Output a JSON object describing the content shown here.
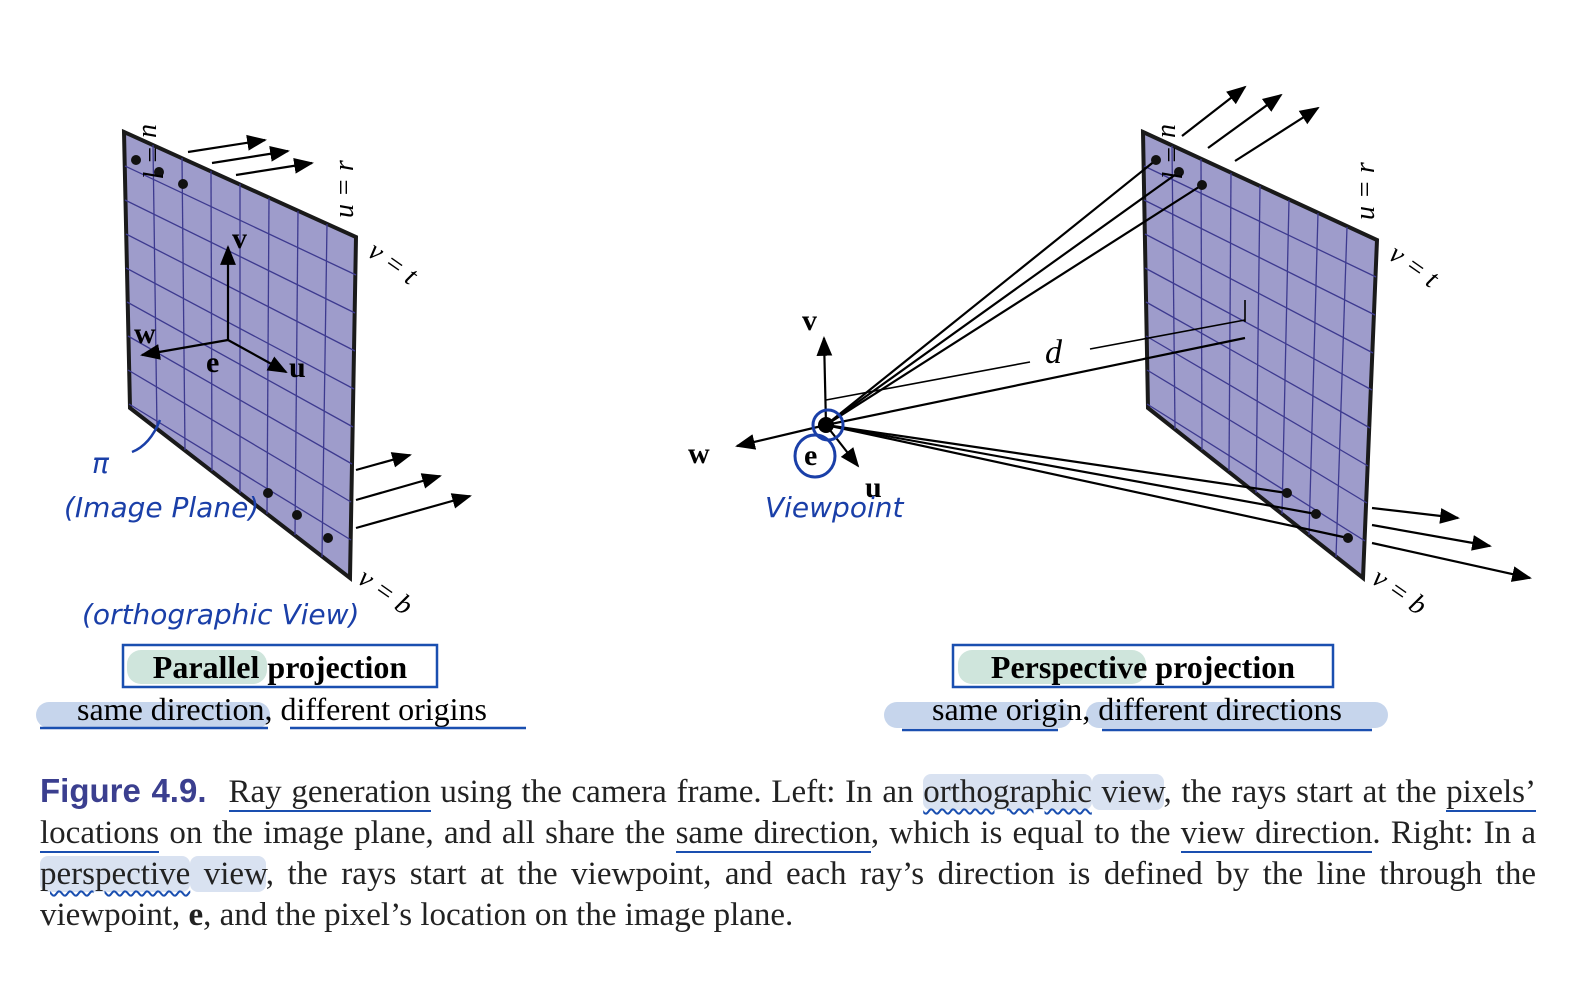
{
  "left": {
    "plane_labels": {
      "u_l": "u = l",
      "u_r": "u = r",
      "v_t": "v = t",
      "v_b": "v = b"
    },
    "axes": {
      "v": "v",
      "w": "w",
      "e": "e",
      "u": "u"
    },
    "annotations": {
      "pi": "π",
      "image_plane": "(Image Plane)",
      "ortho_view": "(orthographic View)"
    },
    "title_bold_highlight": "Parallel",
    "title_rest": " projection",
    "sub": {
      "part1": "same direction",
      "sep": ", ",
      "part2": "different origins"
    }
  },
  "right": {
    "plane_labels": {
      "u_l": "u = l",
      "u_r": "u = r",
      "v_t": "v = t",
      "v_b": "v = b"
    },
    "axes": {
      "v": "v",
      "w": "w",
      "e": "e",
      "u": "u"
    },
    "distance_label": "d",
    "annotations": {
      "viewpoint": "Viewpoint"
    },
    "title_bold_highlight": "Perspective",
    "title_rest": " projection",
    "sub": {
      "part1": "same origin",
      "sep": ", ",
      "part2": "different directions"
    }
  },
  "caption": {
    "label": "Figure 4.9.",
    "t1": "Ray generation",
    "t2": " using the camera frame. Left: In an ",
    "t3": "orthographic",
    "t4": " view",
    "t5": ", the rays start at the ",
    "t6": "pixels’ locations",
    "t7": " on the image plane, and all share the ",
    "t8": "same direction",
    "t9": ", which is equal to the ",
    "t10": "view direction",
    "t11": ". Right: In a ",
    "t12": "perspective",
    "t13": " view",
    "t14": ", the rays start at the viewpoint, and each ray’s direction is defined by the line through the viewpoint, ",
    "t15": "e",
    "t16": ", and the pixel’s location on the image plane."
  },
  "colors": {
    "plane_fill": "#9e9ccb",
    "grid": "#3d3a8f",
    "annotation": "#1a3fa8",
    "highlight": "#cfe5dc",
    "title_box": "#1a4fb0"
  }
}
